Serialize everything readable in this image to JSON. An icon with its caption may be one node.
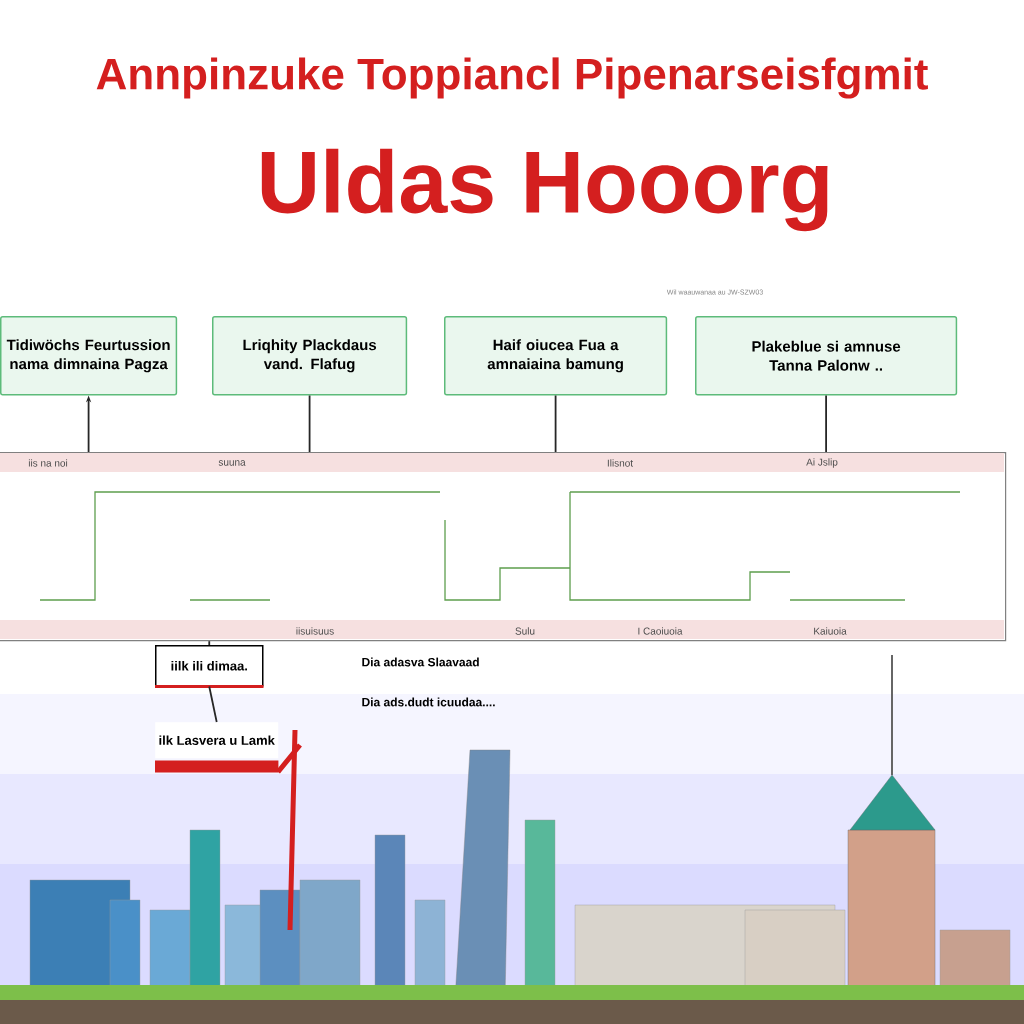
{
  "diagram": {
    "title": "Annpinzuke Toppiancl Pipenarseisfgmit",
    "nodes": [
      {
        "text": [
          "Tidiwöchs Feurtussion nama dimnaina Pagza"
        ]
      },
      {
        "text": [
          "Lriqhity Plackdaus vand. Flafug"
        ]
      },
      {
        "text": [
          "Haif oiucea Fua a amnaiaina bamung"
        ]
      },
      {
        "text": [
          "Plakeblue si amnuse Tanna Palonw .."
        ]
      },
      {
        "text": [],
        "shape": "box"
      },
      {
        "text": [
          "iilk ili dimaa."
        ]
      },
      {
        "text": [
          "ilk Lasvera u Lamk"
        ]
      }
    ],
    "edges": [
      {
        "from": 4,
        "to": 0,
        "arrow": "to"
      },
      {
        "from": 1,
        "to": 4,
        "arrow": "none"
      },
      {
        "from": 2,
        "to": 4,
        "arrow": "none"
      },
      {
        "from": 3,
        "to": 4,
        "arrow": "none"
      },
      {
        "from": 4,
        "to": 5,
        "arrow": "none"
      },
      {
        "from": 5,
        "to": 6,
        "arrow": "none"
      }
    ],
    "labels": [
      "Uldas Hooorg",
      "Wil waauwanaa au JW-SZW03",
      "iis na noi",
      "suuna",
      "Ilisnot",
      "Ai Jslip",
      "iisuisuus",
      "Sulu",
      "I Caoiuoia",
      "Kaiuoia",
      "Dia adasva Slaavaad",
      "Dia ads.dudt icuudaa...."
    ]
  }
}
